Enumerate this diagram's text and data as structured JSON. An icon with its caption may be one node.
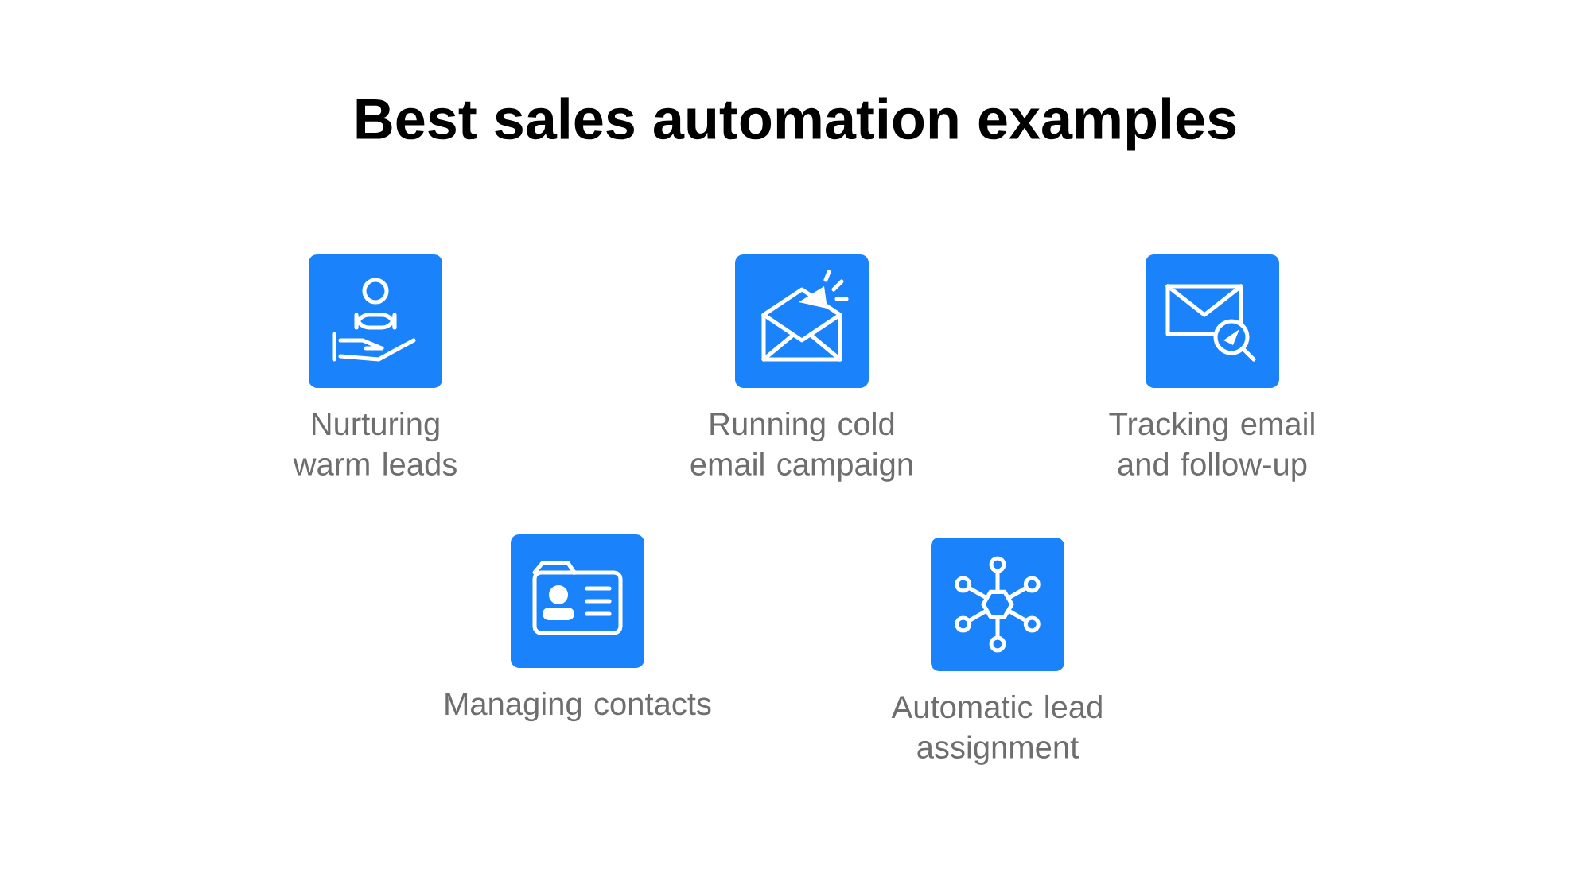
{
  "diagram": {
    "title": "Best sales automation examples",
    "nodes": [
      {
        "text": [],
        "shape": "picture",
        "beside": [
          "Nurturing warm leads"
        ]
      },
      {
        "text": [],
        "shape": "picture",
        "beside": [
          "Running cold email campaign"
        ]
      },
      {
        "text": [],
        "shape": "picture",
        "beside": [
          "Tracking email and follow-up"
        ]
      },
      {
        "text": [],
        "shape": "picture",
        "beside": [
          "Managing contacts"
        ]
      },
      {
        "text": [],
        "shape": "picture",
        "beside": [
          "Automatic lead assignment"
        ]
      }
    ]
  }
}
